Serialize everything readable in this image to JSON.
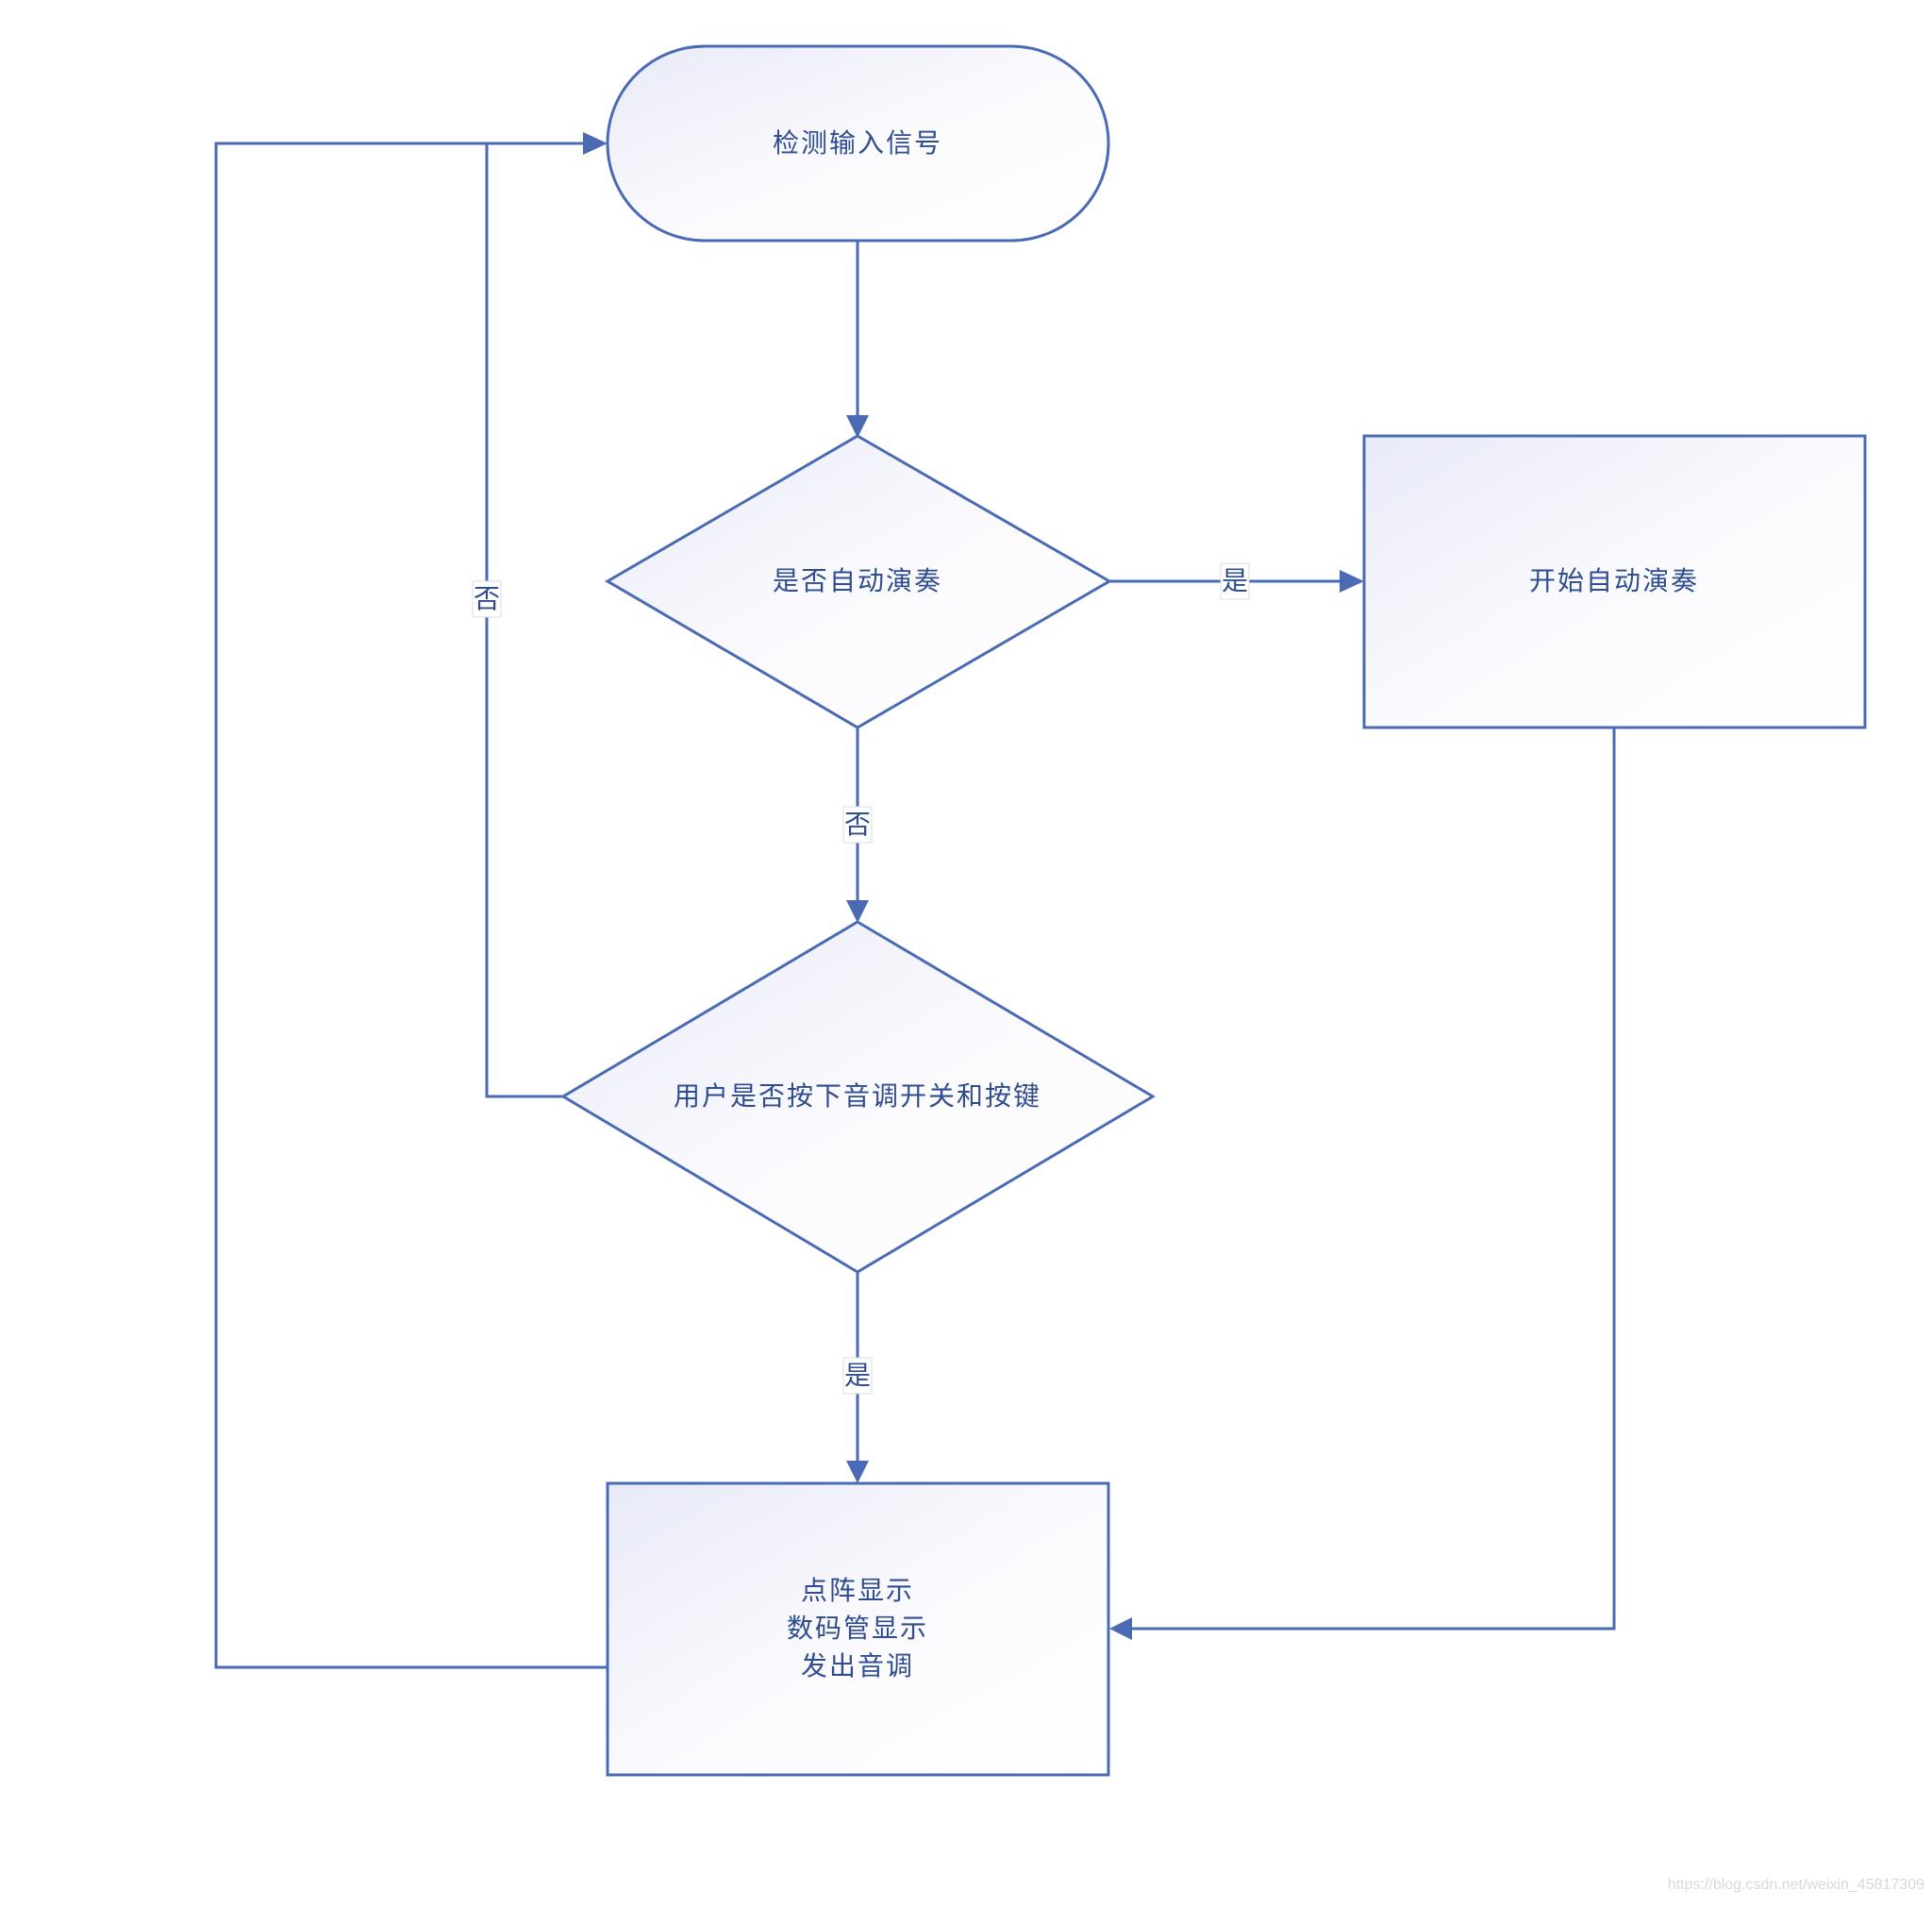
{
  "diagram": {
    "nodes": {
      "start": {
        "shape": "terminator",
        "lines": [
          "检测输入信号"
        ]
      },
      "auto_decision": {
        "shape": "decision",
        "lines": [
          "是否自动演奏"
        ]
      },
      "auto_play": {
        "shape": "process",
        "lines": [
          "开始自动演奏"
        ]
      },
      "user_decision": {
        "shape": "decision",
        "lines": [
          "用户是否按下音调开关和按键"
        ]
      },
      "output": {
        "shape": "process",
        "lines": [
          "点阵显示",
          "数码管显示",
          "发出音调"
        ]
      }
    },
    "edges": {
      "start_to_auto": {
        "from": "start",
        "to": "auto_decision",
        "label": ""
      },
      "auto_yes": {
        "from": "auto_decision",
        "to": "auto_play",
        "label": "是"
      },
      "auto_no": {
        "from": "auto_decision",
        "to": "user_decision",
        "label": "否"
      },
      "user_yes": {
        "from": "user_decision",
        "to": "output",
        "label": "是"
      },
      "user_no": {
        "from": "user_decision",
        "to": "start",
        "label": "否"
      },
      "auto_play_to_output": {
        "from": "auto_play",
        "to": "output",
        "label": ""
      },
      "output_to_start": {
        "from": "output",
        "to": "start",
        "label": ""
      }
    },
    "colors": {
      "stroke": "#4a6bb3",
      "fill_light": "#eceef8",
      "fill_white": "#ffffff",
      "text": "#2f4d8e"
    }
  },
  "watermark": "https://blog.csdn.net/weixin_45817309"
}
